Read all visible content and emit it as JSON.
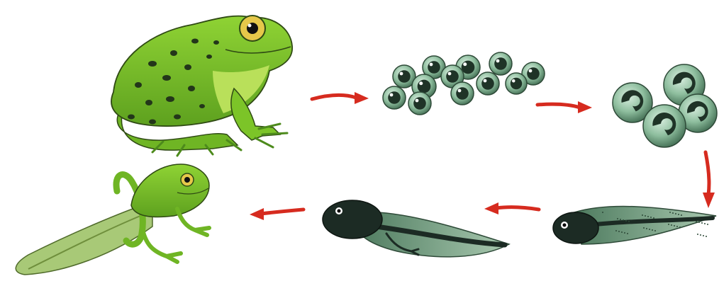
{
  "diagram": {
    "type": "cycle",
    "stages": [
      {
        "name": "adult-frog"
      },
      {
        "name": "egg-cluster"
      },
      {
        "name": "developing-eggs"
      },
      {
        "name": "young-tadpole"
      },
      {
        "name": "tadpole-with-legs"
      },
      {
        "name": "froglet"
      }
    ],
    "arrow_count": 5,
    "arrow_direction": "clockwise",
    "colors": {
      "frog_body": "#7cc428",
      "frog_light": "#b9e05a",
      "frog_spots": "#23361a",
      "egg_shell": "#7fae8f",
      "egg_core": "#1f3327",
      "tadpole_body": "#1c2b24",
      "tadpole_fin": "#8fb69a",
      "arrow": "#d62b1f",
      "background": "#ffffff"
    }
  }
}
